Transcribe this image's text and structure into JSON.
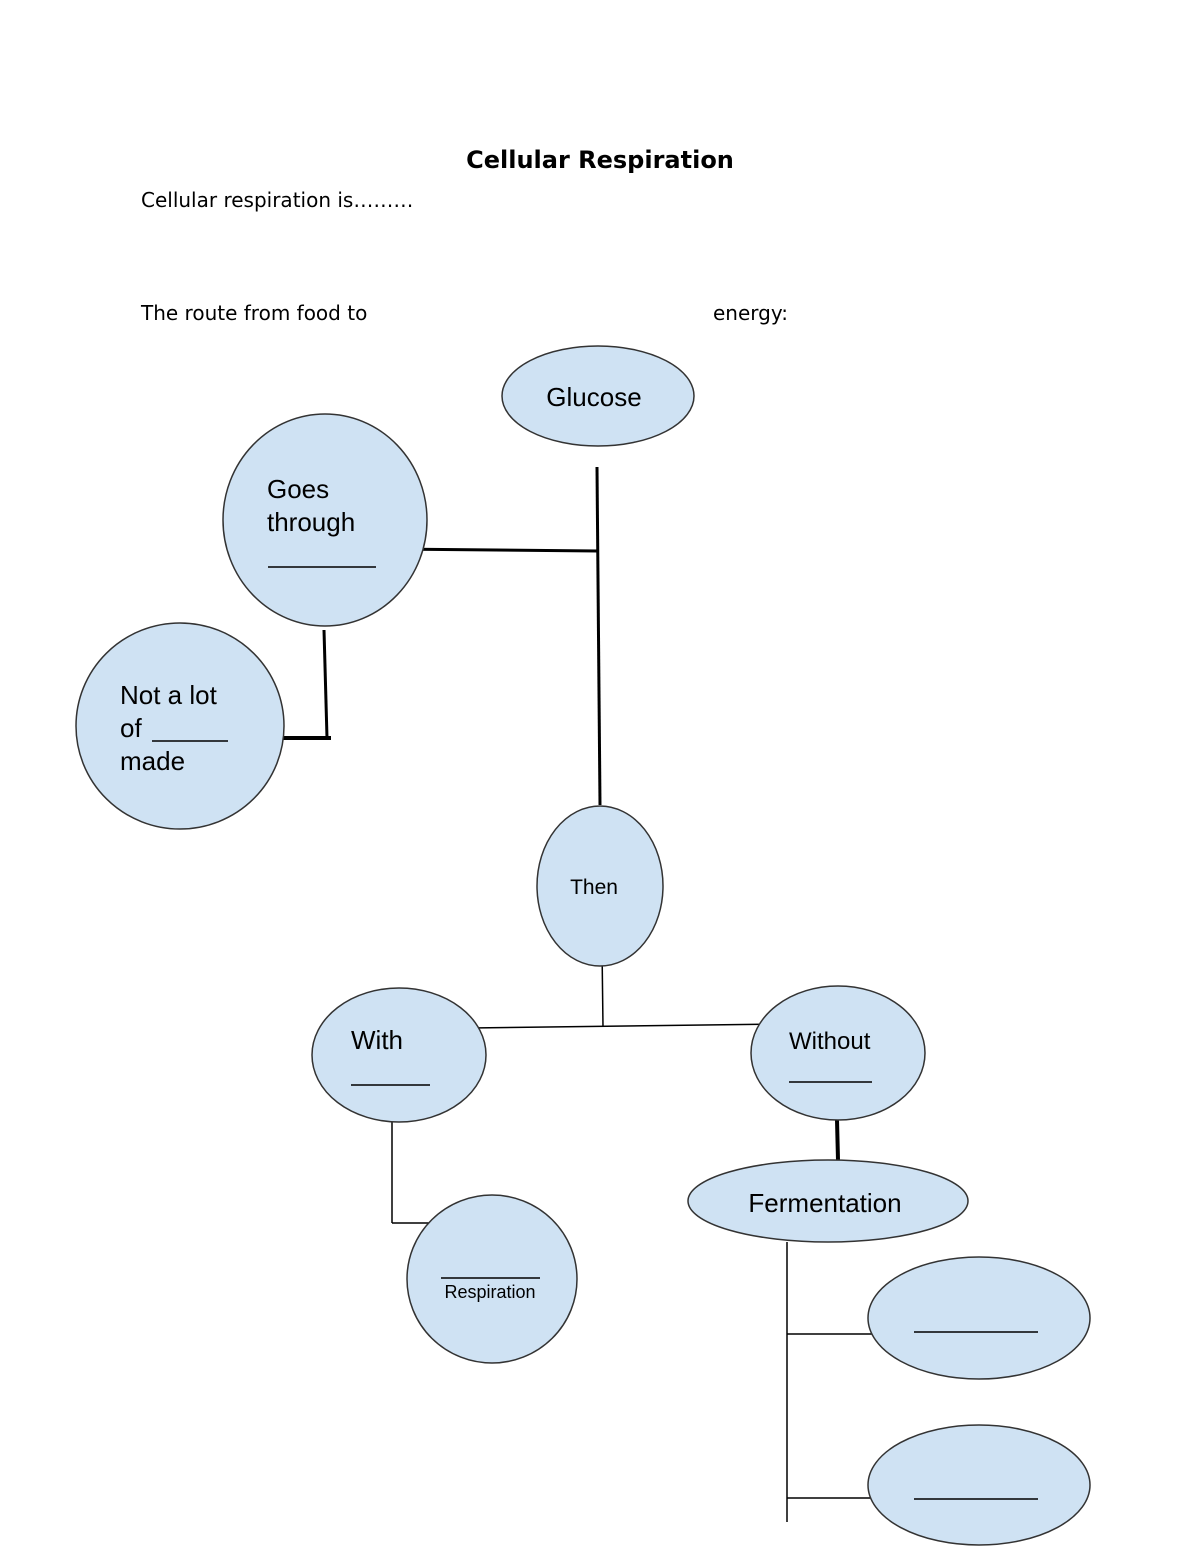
{
  "header": {
    "title": "Cellular Respiration",
    "intro": "Cellular respiration is………",
    "route_start": "The route from food to",
    "route_end": "energy:"
  },
  "diagram": {
    "glucose": "Glucose",
    "goes_through_1": "Goes",
    "goes_through_2": "through",
    "not_a_lot_1": "Not a lot",
    "not_a_lot_2": "of",
    "not_a_lot_3": "made",
    "then": "Then",
    "with": "With",
    "without": "Without",
    "fermentation": "Fermentation",
    "respiration": "Respiration"
  },
  "colors": {
    "node_fill": "#cfe2f3",
    "node_stroke": "#333333"
  }
}
